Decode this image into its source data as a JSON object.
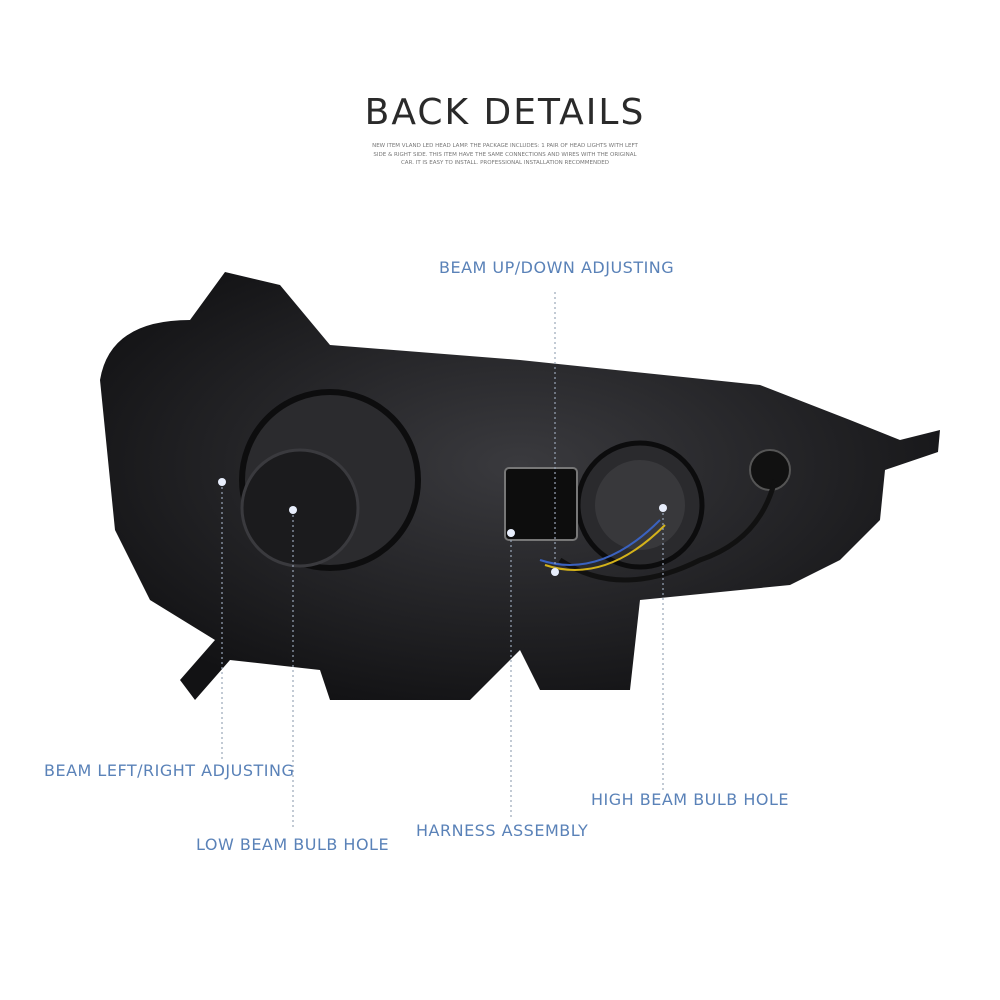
{
  "title": "BACK DETAILS",
  "subtitle": "NEW ITEM VLAND LED HEAD LAMP. THE PACKAGE INCLUDES: 1 PAIR OF HEAD LIGHTS WITH LEFT SIDE & RIGHT SIDE. THIS ITEM HAVE THE SAME CONNECTIONS AND WIRES WITH THE ORIGINAL CAR. IT IS EASY TO INSTALL. PROFESSIONAL INSTALLATION RECOMMENDED",
  "callouts": {
    "beam_up_down": "BEAM UP/DOWN ADJUSTING",
    "beam_left_right": "BEAM LEFT/RIGHT ADJUSTING",
    "low_beam": "LOW BEAM BULB HOLE",
    "harness": "HARNESS ASSEMBLY",
    "high_beam": "HIGH BEAM BULB HOLE"
  },
  "colors": {
    "label": "#5a82b8",
    "title": "#2a2a2a",
    "housing": "#1c1c1e"
  }
}
